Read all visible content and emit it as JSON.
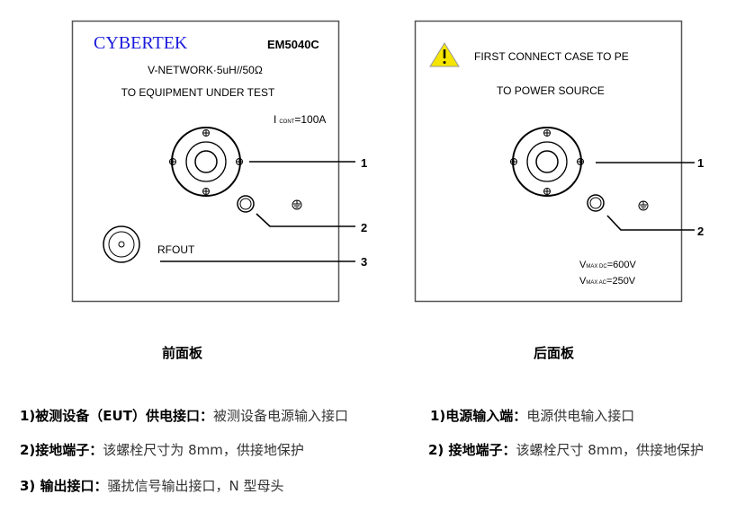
{
  "front_panel": {
    "brand": "CYBERTEK",
    "model": "EM5040C",
    "network": "V-NETWORK·5uH//50Ω",
    "direction": "TO EQUIPMENT UNDER TEST",
    "current_prefix": "I",
    "current_sub": "CONT",
    "current_value": "=100A",
    "rfout": "RFOUT",
    "callouts": [
      "1",
      "2",
      "3"
    ],
    "caption": "前面板"
  },
  "rear_panel": {
    "warning": "FIRST CONNECT CASE TO PE",
    "direction": "TO POWER SOURCE",
    "vdc_prefix": "V",
    "vdc_sub": "MAX DC",
    "vdc_value": "=600V",
    "vac_prefix": "V",
    "vac_sub": "MAX AC",
    "vac_value": "=250V",
    "callouts": [
      "1",
      "2"
    ],
    "caption": "后面板"
  },
  "notes": {
    "front": [
      {
        "label": "1)被测设备（EUT）供电接口：",
        "desc": "被测设备电源输入接口"
      },
      {
        "label": "2)接地端子：",
        "desc": "该螺栓尺寸为 8mm，供接地保护"
      },
      {
        "label": "3) 输出接口：",
        "desc": "骚扰信号输出接口，N 型母头"
      }
    ],
    "rear": [
      {
        "label": "1)电源输入端：",
        "desc": "电源供电输入接口"
      },
      {
        "label": "2) 接地端子：",
        "desc": "该螺栓尺寸 8mm，供接地保护"
      }
    ]
  },
  "colors": {
    "brand": "#1a1adc",
    "warning": "#f5e500"
  }
}
